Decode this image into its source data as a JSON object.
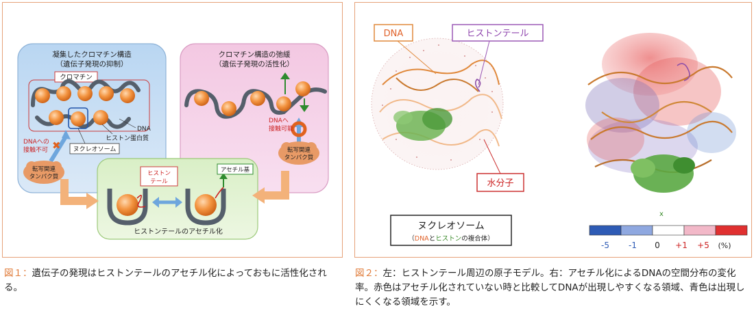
{
  "figure1": {
    "condensed_title_line1": "凝集したクロマチン構造",
    "condensed_title_line2": "（遺伝子発現の抑制）",
    "relaxed_title_line1": "クロマチン構造の弛緩",
    "relaxed_title_line2": "（遺伝子発現の活性化）",
    "label_chromatin": "クロマチン",
    "label_dna": "DNA",
    "label_histone_protein": "ヒストン蛋白質",
    "label_nucleosome": "ヌクレオソーム",
    "label_no_access_line1": "DNAへの",
    "label_no_access_line2": "接触不可",
    "label_access_line1": "DNAへ",
    "label_access_line2": "接触可能",
    "label_tf_line1": "転写関連",
    "label_tf_line2": "タンパク質",
    "label_histone_tail_line1": "ヒストン",
    "label_histone_tail_line2": "テール",
    "label_acetyl": "アセチル基",
    "acetylation_title": "ヒストンテールのアセチル化",
    "caption_num": "図１：",
    "caption_text": "遺伝子の発現はヒストンテールのアセチル化によっておもに活性化される。"
  },
  "figure2": {
    "label_dna": "DNA",
    "label_histone_tail": "ヒストンテール",
    "label_water": "水分子",
    "label_nucleosome": "ヌクレオソーム",
    "complex_open": "（",
    "complex_dna": "DNA",
    "complex_and": "と",
    "complex_histone": "ヒストン",
    "complex_rest": "の複合体）",
    "axis_x_label": "x",
    "colorbar_ticks": [
      "-5",
      "-1",
      "0",
      "+1",
      "+5"
    ],
    "colorbar_unit": "(%)",
    "colorbar_colors": [
      "#2e5bb5",
      "#8fa8e0",
      "#ffffff",
      "#f2b8c8",
      "#e03030"
    ],
    "caption_num": "図２：",
    "caption_text": "左：ヒストンテール周辺の原子モデル。右：アセチル化によるDNAの空間分布の変化率。赤色はアセチル化されていない時と比較してDNAが出現しやすくなる領域、青色は出現しにくくなる領域を示す。"
  }
}
